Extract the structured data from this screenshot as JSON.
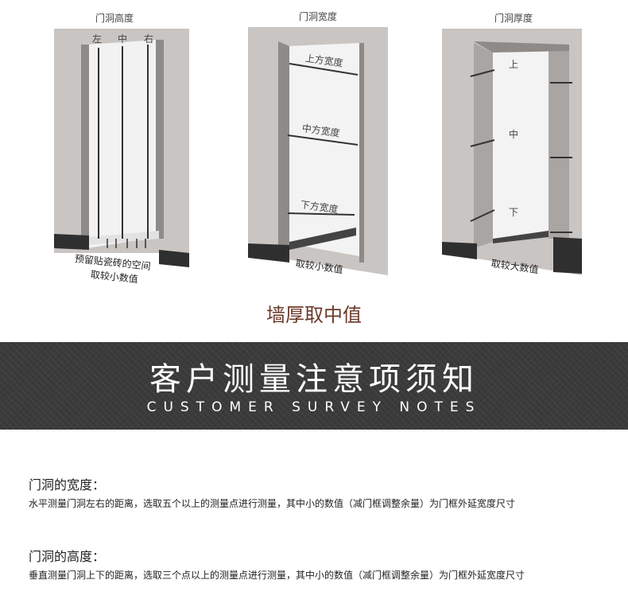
{
  "diagrams": [
    {
      "title": "门洞高度",
      "marks": [
        "左",
        "中",
        "右"
      ],
      "caption_lines": [
        "预留贴瓷砖的空间",
        "取较小数值"
      ]
    },
    {
      "title": "门洞宽度",
      "marks": [
        "上方宽度",
        "中方宽度",
        "下方宽度"
      ],
      "caption_lines": [
        "取较小数值"
      ]
    },
    {
      "title": "门洞厚度",
      "marks": [
        "上",
        "中",
        "下"
      ],
      "caption_lines": [
        "取较大数值"
      ]
    }
  ],
  "summary": "墙厚取中值",
  "banner": {
    "title": "客户测量注意项须知",
    "subtitle": "CUSTOMER SURVEY NOTES"
  },
  "notes": [
    {
      "heading": "门洞的宽度：",
      "text": "水平测量门洞左右的距离，选取五个以上的测量点进行测量，其中小的数值（减门框调整余量）为门框外延宽度尺寸"
    },
    {
      "heading": "门洞的高度：",
      "text": "垂直测量门洞上下的距离，选取三个点以上的测量点进行测量，其中小的数值（减门框调整余量）为门框外延宽度尺寸"
    }
  ]
}
